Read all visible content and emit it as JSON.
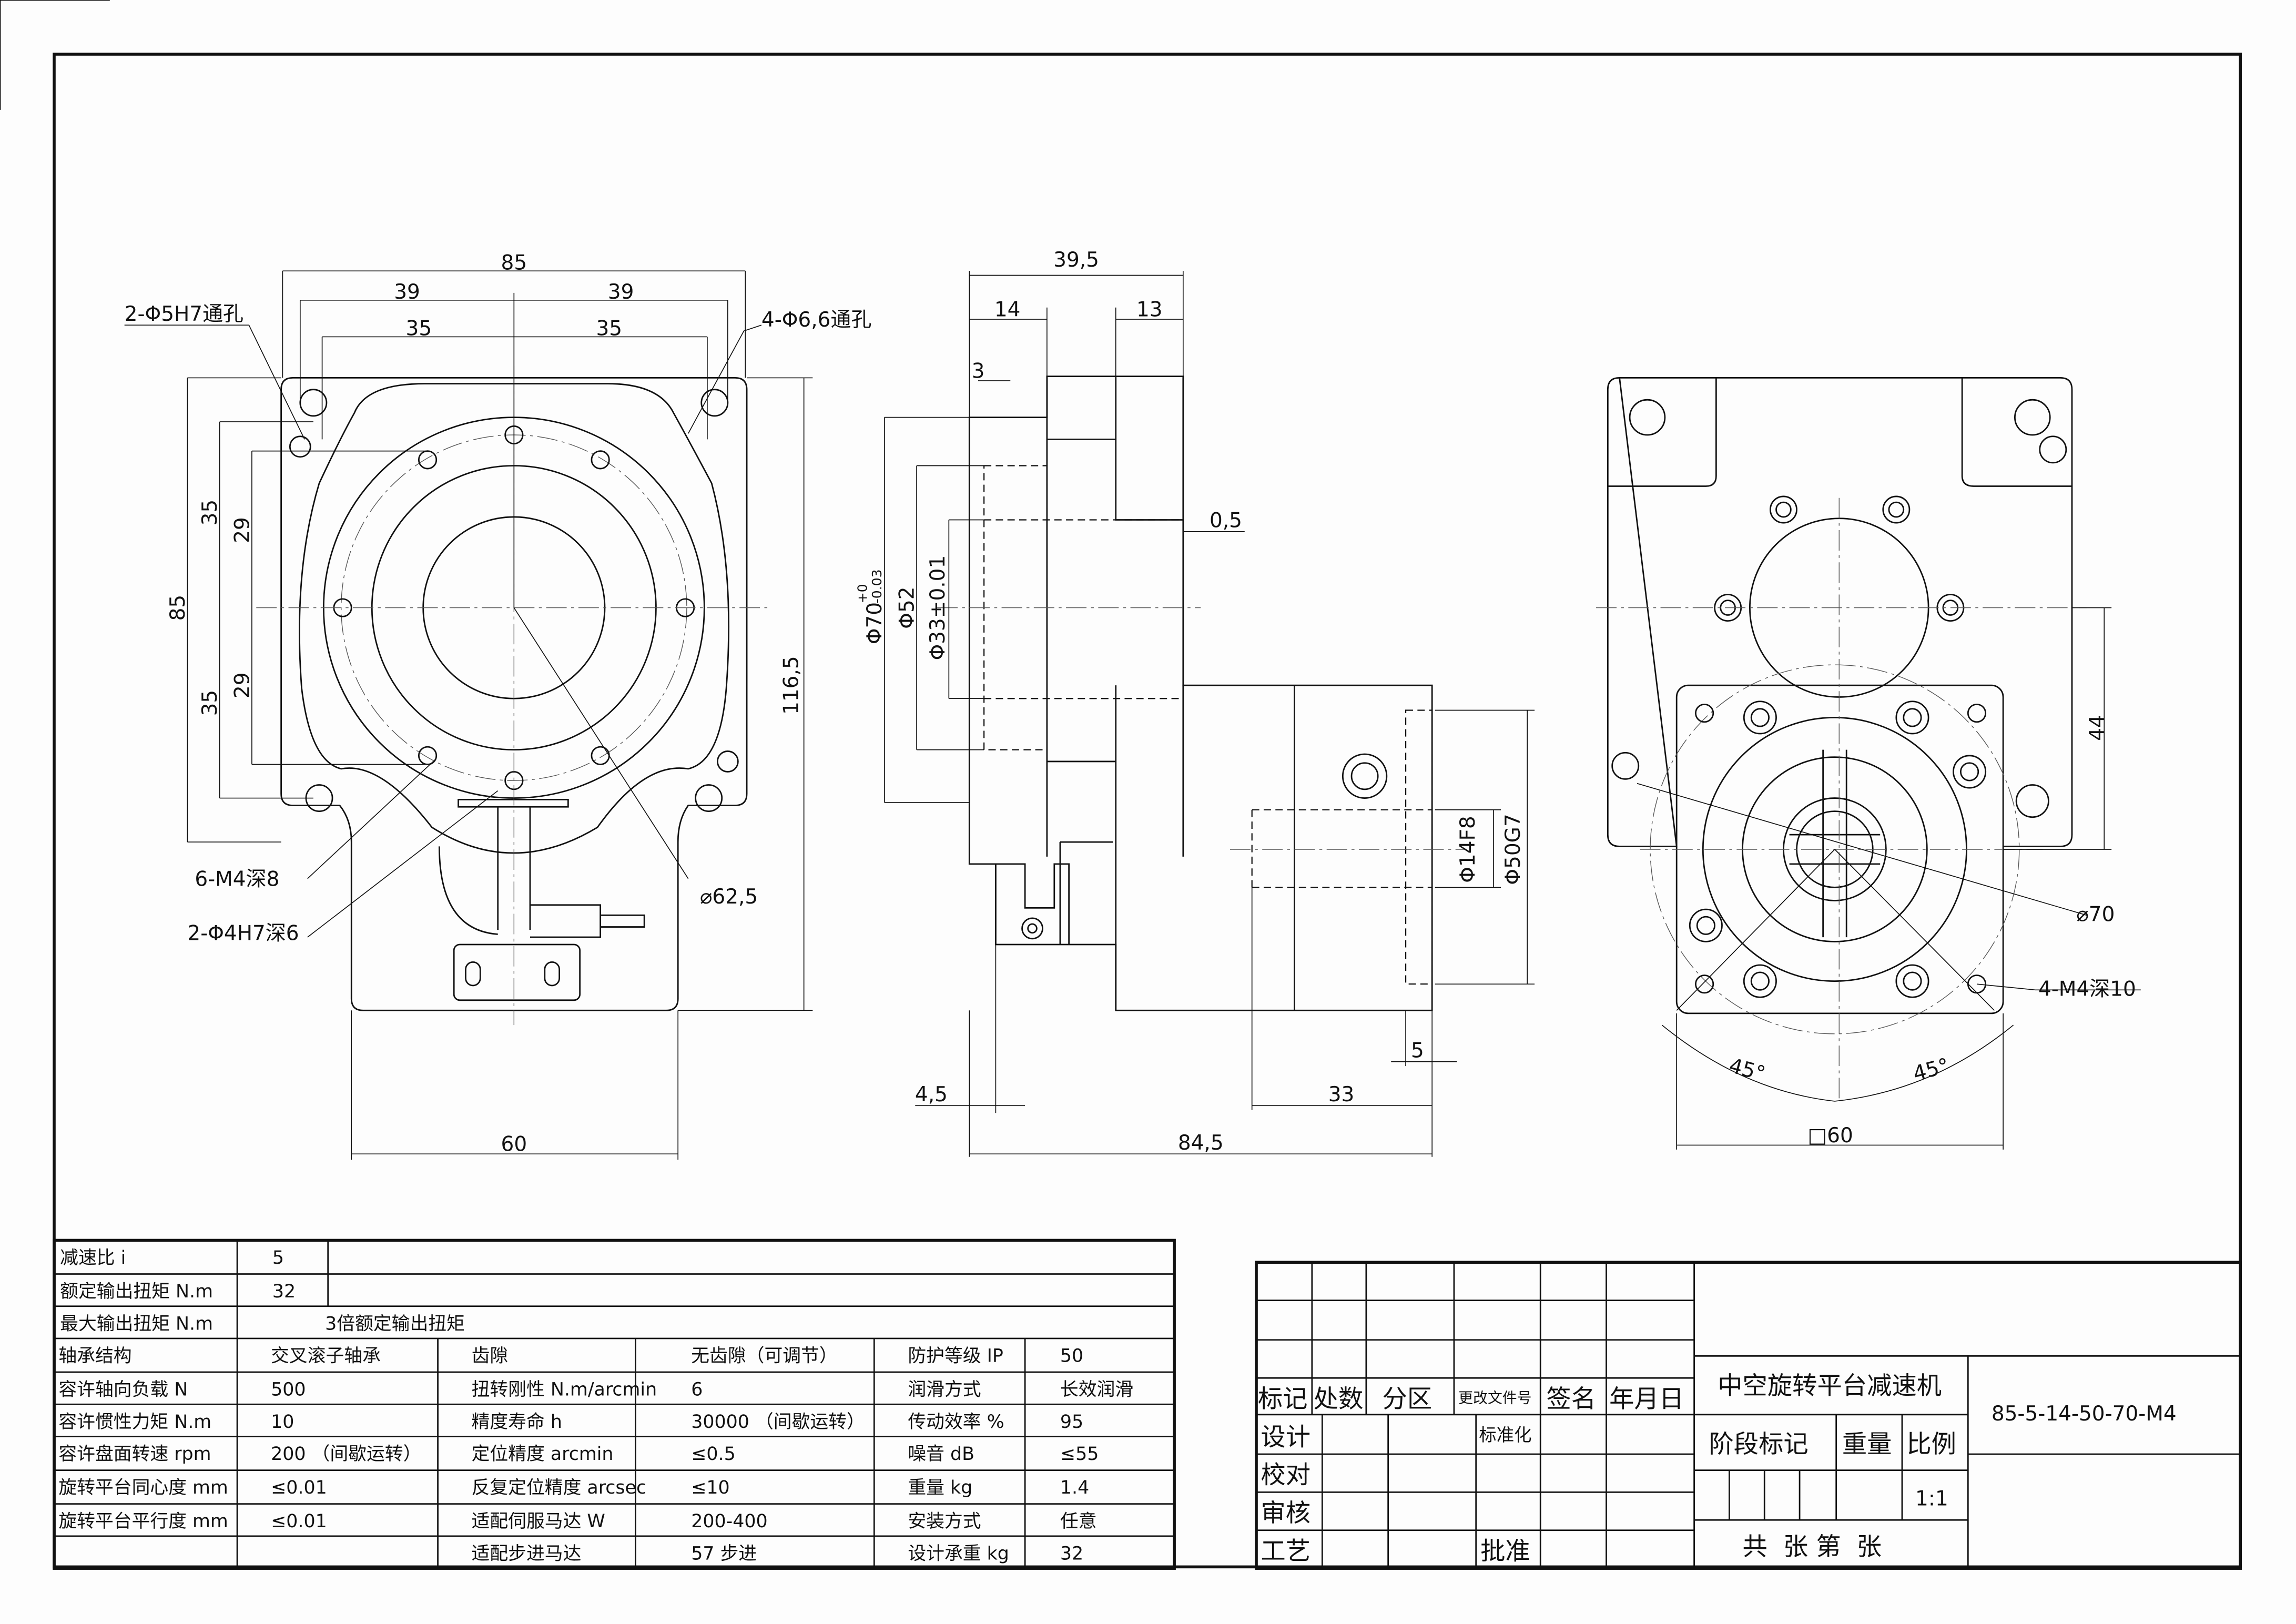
{
  "drawing": {
    "front_view": {
      "overall_width": "85",
      "half_hole_span_left": "39",
      "half_hole_span_right": "39",
      "half_inner_left": "35",
      "half_inner_right": "35",
      "note_pin_holes": "2-Φ5H7通孔",
      "note_mount_holes": "4-Φ6,6通孔",
      "overall_height": "85",
      "upper_35": "35",
      "upper_29": "29",
      "lower_35": "35",
      "lower_29": "29",
      "total_height": "116,5",
      "note_tapped": "6-M4深8",
      "note_pin_blind": "2-Φ4H7深6",
      "bolt_circle": "⌀62,5",
      "base_width": "60"
    },
    "side_view": {
      "width_39_5": "39,5",
      "w14": "14",
      "w13": "13",
      "w3": "3",
      "gap": "0,5",
      "d70": "Φ70",
      "d70_tol_upper": "+0",
      "d70_tol_lower": "-0.03",
      "d52": "Φ52",
      "d33": "Φ33±0.01",
      "d14": "Φ14F8",
      "d50": "Φ50G7",
      "w5": "5",
      "w4_5": "4,5",
      "w33": "33",
      "total_len": "84,5"
    },
    "rear_view": {
      "h44": "44",
      "d70": "⌀70",
      "note_tapped": "4-M4深10",
      "angle_left": "45°",
      "angle_right": "45°",
      "square": "□60"
    }
  },
  "spec_table": {
    "rows": [
      {
        "label": "减速比 i",
        "value": "5"
      },
      {
        "label": "额定输出扭矩 N.m",
        "value": "32"
      },
      {
        "label": "最大输出扭矩 N.m",
        "value": "3倍额定输出扭矩"
      }
    ],
    "grid": [
      [
        "轴承结构",
        "交叉滚子轴承",
        "齿隙",
        "无齿隙（可调节）",
        "防护等级 IP",
        "50"
      ],
      [
        "容许轴向负载 N",
        "500",
        "扭转刚性 N.m/arcmin",
        "6",
        "润滑方式",
        "长效润滑"
      ],
      [
        "容许惯性力矩 N.m",
        "10",
        "精度寿命 h",
        "30000 （间歇运转）",
        "传动效率 %",
        "95"
      ],
      [
        "容许盘面转速 rpm",
        "200 （间歇运转）",
        "定位精度 arcmin",
        "≤0.5",
        "噪音 dB",
        "≤55"
      ],
      [
        "旋转平台同心度 mm",
        "≤0.01",
        "反复定位精度 arcsec",
        "≤10",
        "重量 kg",
        "1.4"
      ],
      [
        "旋转平台平行度 mm",
        "≤0.01",
        "适配伺服马达 W",
        "200-400",
        "安装方式",
        "任意"
      ],
      [
        "",
        "",
        "适配步进马达",
        "57 步进",
        "设计承重 kg",
        "32"
      ]
    ]
  },
  "title_block": {
    "headers": [
      "标记",
      "处数",
      "分区",
      "更改文件号",
      "签名",
      "年月日"
    ],
    "roles": [
      "设计",
      "校对",
      "审核",
      "工艺"
    ],
    "standardize": "标准化",
    "approve": "批准",
    "product_name": "中空旋转平台减速机",
    "model": "85-5-14-50-70-M4",
    "stage_mark": "阶段标记",
    "weight": "重量",
    "scale_label": "比例",
    "scale": "1:1",
    "sheets": "共  张 第  张"
  }
}
